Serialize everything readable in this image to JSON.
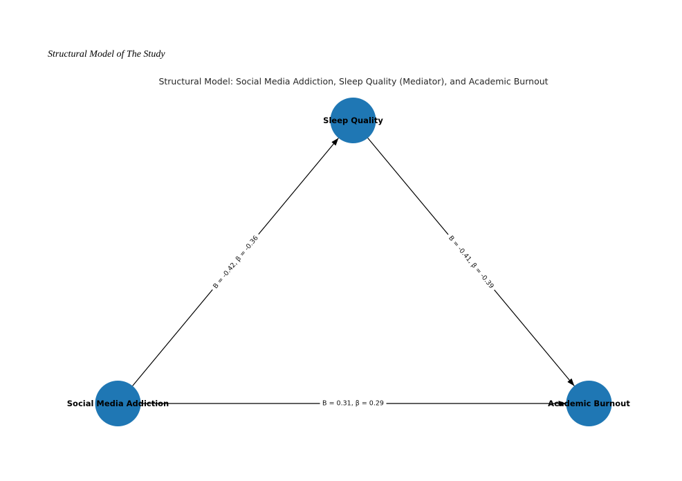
{
  "document": {
    "heading": "Structural Model of The Study"
  },
  "figure": {
    "title": "Structural Model: Social Media Addiction, Sleep Quality (Mediator), and Academic Burnout",
    "node_color": "#1f77b4",
    "edge_color": "#000000",
    "nodes": [
      {
        "id": "sleep-quality",
        "label": "Sleep Quality"
      },
      {
        "id": "social-media-addiction",
        "label": "Social Media Addiction"
      },
      {
        "id": "academic-burnout",
        "label": "Academic Burnout"
      }
    ],
    "edges": [
      {
        "from": "Social Media Addiction",
        "to": "Sleep Quality",
        "label": "B = -0.42, β = -0.36"
      },
      {
        "from": "Sleep Quality",
        "to": "Academic Burnout",
        "label": "B = -0.41, β = -0.39"
      },
      {
        "from": "Social Media Addiction",
        "to": "Academic Burnout",
        "label": "B = 0.31, β = 0.29"
      }
    ]
  }
}
